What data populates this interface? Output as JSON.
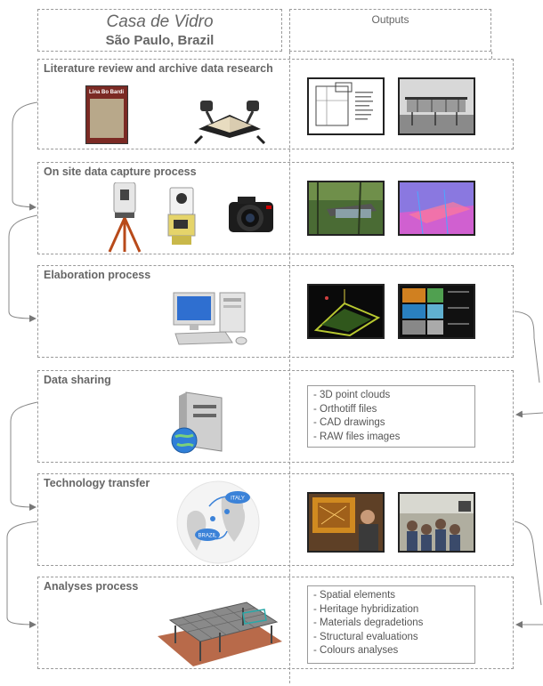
{
  "header": {
    "title": "Casa de Vidro",
    "subtitle": "São Paulo, Brazil",
    "outputs_label": "Outputs"
  },
  "rows": [
    {
      "label": "Literature review and archive data research"
    },
    {
      "label": "On site data capture process"
    },
    {
      "label": "Elaboration process"
    },
    {
      "label": "Data sharing"
    },
    {
      "label": "Technology transfer"
    },
    {
      "label": "Analyses process"
    }
  ],
  "data_sharing_outputs": [
    "- 3D point clouds",
    "- Orthotiff files",
    "- CAD drawings",
    "- RAW files images"
  ],
  "analyses_outputs": [
    "- Spatial elements",
    "- Heritage hybridization",
    "- Materials degradetions",
    "- Structural evaluations",
    "- Colours analyses"
  ],
  "map_labels": {
    "italy": "ITALY",
    "brazil": "BRAZIL"
  },
  "book_title": "Lina Bo Bardi"
}
